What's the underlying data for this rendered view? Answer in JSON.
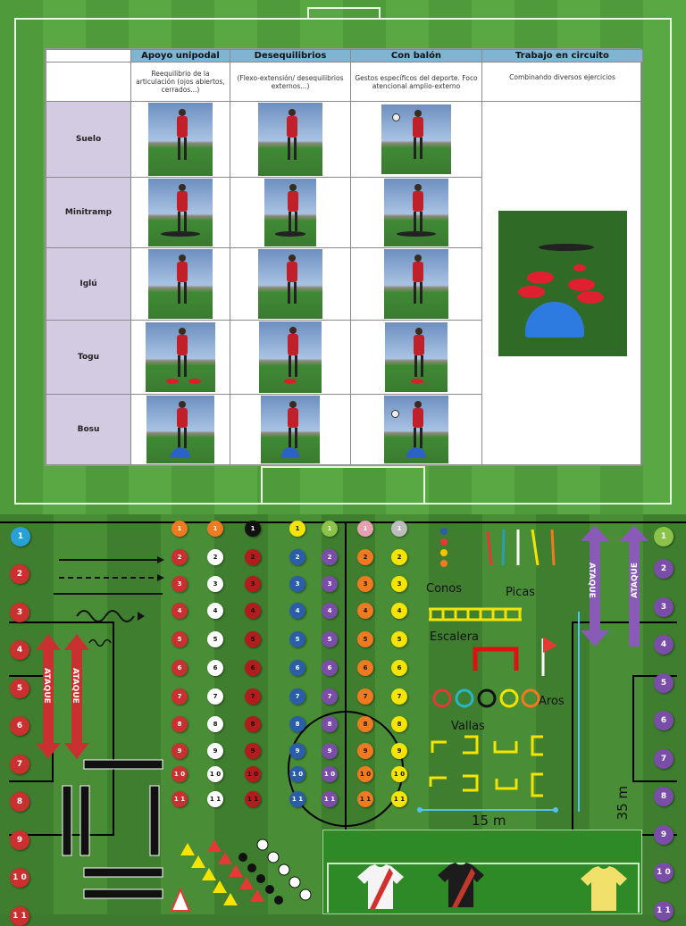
{
  "table": {
    "headers": [
      "Apoyo unipodal",
      "Desequilibrios",
      "Con balón",
      "Trabajo en circuito"
    ],
    "subheaders": [
      "Reequilibrio de la articulación (ojos abiertos, cerrados...)",
      "(Flexo-extensión/ desequilibrios externos...)",
      "Gestos específicos del deporte. Foco atencional amplio-externo",
      "Combinando diversos ejercicios"
    ],
    "rows": [
      "Suelo",
      "Minitramp",
      "Iglú",
      "Togu",
      "Bosu"
    ]
  },
  "legend": {
    "conos": "Conos",
    "picas": "Picas",
    "escalera": "Escalera",
    "aros": "Aros",
    "vallas": "Vallas",
    "width": "15 m",
    "length": "35 m",
    "ataque": "ATAQUE"
  },
  "colors": {
    "red_chip": "#c8312f",
    "blue_chip": "#2a5ea8",
    "purple_chip": "#7a4ea8",
    "orange_chip": "#f07a20",
    "yellow_chip": "#f5e400",
    "green_chip": "#8bc34a",
    "pink_chip": "#e6a0b0",
    "grey_chip": "#bdbdbd",
    "arrow_red": "#c8312f",
    "arrow_purple": "#8a5ab8"
  },
  "chips": {
    "left_red": [
      "2",
      "3",
      "4",
      "5",
      "6",
      "7",
      "8",
      "9",
      "1 0",
      "1 1"
    ],
    "right_purple": [
      "2",
      "3",
      "4",
      "5",
      "6",
      "7",
      "8",
      "9",
      "1 0",
      "1 1"
    ],
    "columns": [
      "1",
      "2",
      "3",
      "4",
      "5",
      "6",
      "7",
      "8",
      "9",
      "1 0",
      "1 1"
    ]
  }
}
